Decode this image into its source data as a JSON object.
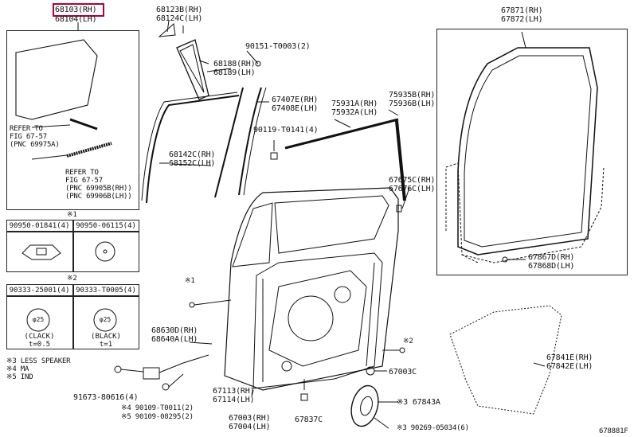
{
  "labels": {
    "p68103": "68103(RH)",
    "p68104": "68104(LH)",
    "p68123": "68123B(RH)",
    "p68124": "68124C(LH)",
    "p68188": "68188(RH)",
    "p68189": "68189(LH)",
    "p90151": "90151-T0003(2)",
    "p67407": "67407E(RH)",
    "p67408": "67408E(LH)",
    "p75931": "75931A(RH)",
    "p75932": "75932A(LH)",
    "p75935": "75935B(RH)",
    "p75936": "75936B(LH)",
    "p90119": "90119-T0141(4)",
    "p68142": "68142C(RH)",
    "p68152": "68152C(LH)",
    "p67675": "67675C(RH)",
    "p67676": "67676C(LH)",
    "p67871": "67871(RH)",
    "p67872": "67872(LH)",
    "p67867": "67867D(RH)",
    "p67868": "67868D(LH)",
    "p68630": "68630D(RH)",
    "p68640": "68640A(LH)",
    "p67003c": "67003C",
    "p67841": "67841E(RH)",
    "p67842": "67842E(LH)",
    "p67113": "67113(RH)",
    "p67114": "67114(LH)",
    "p67003": "67003(RH)",
    "p67004": "67004(LH)",
    "p67837": "67837C",
    "p67843": "※3 67843A",
    "p91673": "91673-80616(4)",
    "p90109a": "※4 90109-T0011(2)",
    "p90109b": "※5 90109-08295(2)",
    "p90269": "※3 90269-05034(6)",
    "refer1": "REFER TO\nFIG 67-57\n(PNC 69975A)",
    "refer2": "REFER TO\nFIG 67-57\n(PNC 69905B(RH))\n(PNC 69906B(LH))",
    "mark1": "※1",
    "mark2": "※2",
    "mark1b": "※1",
    "mark2b": "※2",
    "notes": "※3 LESS SPEAKER\n※4 MA\n※5 IND",
    "fig": "678881F"
  },
  "clips1": {
    "a": "90950-01841(4)",
    "b": "90950-06115(4)"
  },
  "clips2": {
    "a": "90333-25001(4)",
    "b": "90333-T0005(4)",
    "a_dim": "φ25",
    "b_dim": "φ25",
    "a_note": "(CLACK)\nt=0.5",
    "b_note": "(BLACK)\nt=1"
  }
}
